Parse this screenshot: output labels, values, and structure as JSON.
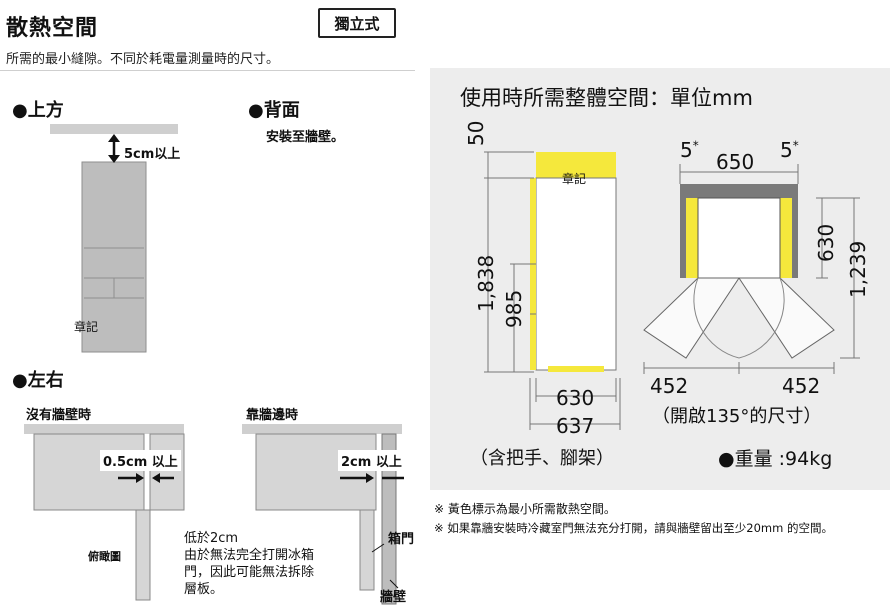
{
  "header": {
    "title": "散熱空間",
    "subtitle": "所需的最小縫隙。不同於耗電量測量時的尺寸。",
    "badge": "獨立式"
  },
  "top_section": {
    "label": "●上方",
    "gap": "5cm以上",
    "stamp": "章記"
  },
  "back_section": {
    "label": "●背面",
    "desc": "安裝至牆壁。"
  },
  "side_section": {
    "label": "●左右",
    "no_wall": {
      "title": "沒有牆壁時",
      "gap": "0.5cm 以上",
      "caption": "俯瞰圖"
    },
    "near_wall": {
      "title": "靠牆邊時",
      "gap": "2cm 以上",
      "note_line1": "低於2cm",
      "note_line2": "由於無法完全打開冰箱",
      "note_line3": "門，因此可能無法拆除",
      "note_line4": "層板。",
      "label_door": "箱門",
      "label_wall": "牆壁"
    }
  },
  "space_panel": {
    "title": "使用時所需整體空間：單位mm",
    "side_view": {
      "top_clearance": "50",
      "total_height": "1,838",
      "inner_height": "985",
      "depth_body": "630",
      "depth_total": "637",
      "caption": "（含把手、腳架）",
      "stamp": "章記"
    },
    "top_view": {
      "side_gap_left": "5",
      "side_gap_right": "5",
      "side_gap_mark": "*",
      "width": "650",
      "depth": "630",
      "open_depth": "1,239",
      "door_left": "452",
      "door_right": "452",
      "caption": "（開啟135°的尺寸）"
    },
    "weight": "●重量 :94kg"
  },
  "footnotes": {
    "note1": "※ 黃色標示為最小所需散熱空間。",
    "note2": "※ 如果靠牆安裝時冷藏室門無法充分打開，請與牆壁留出至少20mm 的空間。"
  },
  "colors": {
    "clearance": "#f5e83c",
    "wall": "#7a7a7a",
    "fridge": "#b9b9b9"
  }
}
